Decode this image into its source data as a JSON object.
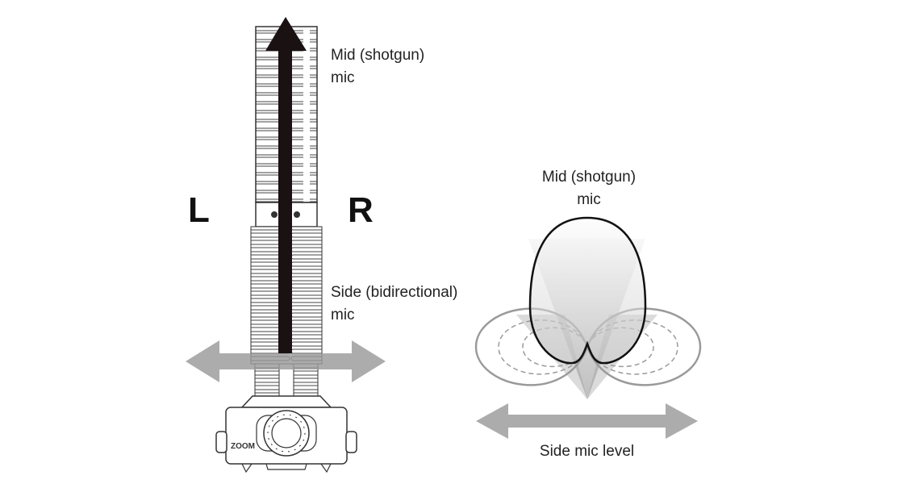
{
  "left_diagram": {
    "mid_label_line1": "Mid (shotgun)",
    "mid_label_line2": "mic",
    "side_label_line1": "Side (bidirectional)",
    "side_label_line2": "mic",
    "left_channel": "L",
    "right_channel": "R",
    "brand": "ZOOM"
  },
  "right_diagram": {
    "mid_label_line1": "Mid (shotgun)",
    "mid_label_line2": "mic",
    "side_level_label": "Side mic level"
  },
  "colors": {
    "arrow_dark": "#1a1212",
    "arrow_gray": "#9a9a9a",
    "outline": "#222222"
  }
}
